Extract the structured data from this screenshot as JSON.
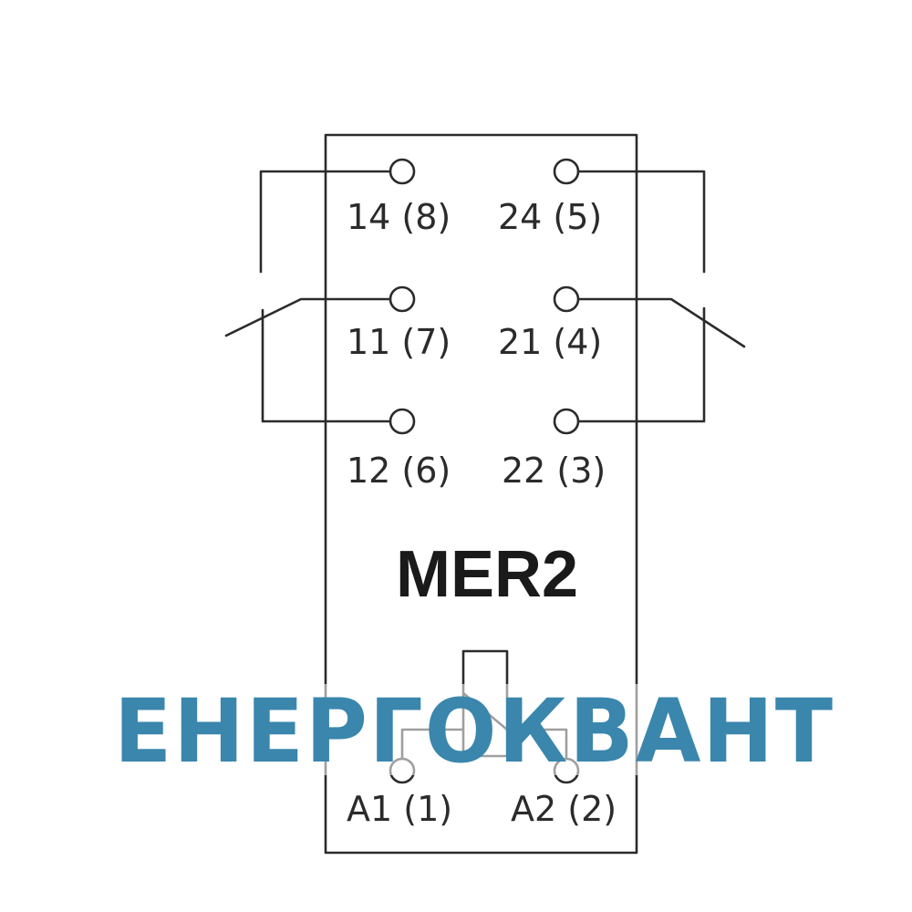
{
  "model": "MER2",
  "watermark": "ЕНЕРГОКВАНТ",
  "terminals": {
    "t14": "14  (8)",
    "t24": "24  (5)",
    "t11": "11  (7)",
    "t21": "21  (4)",
    "t12": "12  (6)",
    "t22": "22  (3)",
    "a1": "A1 (1)",
    "a2": "A2 (2)"
  },
  "colors": {
    "line": "#2b2b2b",
    "watermark": "#3a86ad"
  }
}
